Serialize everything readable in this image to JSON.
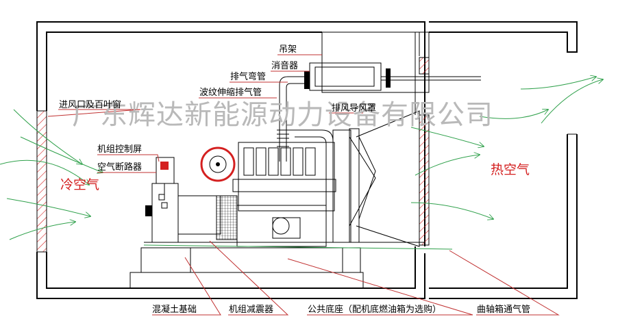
{
  "watermark": "广东辉达新能源动力设备有限公司",
  "labels": {
    "hanger": "吊架",
    "silencer": "消音器",
    "exhaust_elbow": "排气弯管",
    "bellows": "波纹伸缩排气管",
    "inlet_louver": "进风口及百叶窗",
    "exhaust_hood": "排风导风罩",
    "control_panel": "机组控制屏",
    "air_breaker": "空气断路器",
    "cold_air": "冷空气",
    "hot_air": "热空气",
    "concrete_base": "混凝土基础",
    "shock_absorber": "机组减震器",
    "common_base": "公共底座（配机底燃油箱为选购）",
    "crankcase_vent": "曲轴箱通气管"
  },
  "colors": {
    "wall": "#000000",
    "leader": "#c03030",
    "flow": "#2ea04a",
    "hatch": "#d42020",
    "air_text": "#d42020",
    "watermark": "#b9b9b9"
  }
}
